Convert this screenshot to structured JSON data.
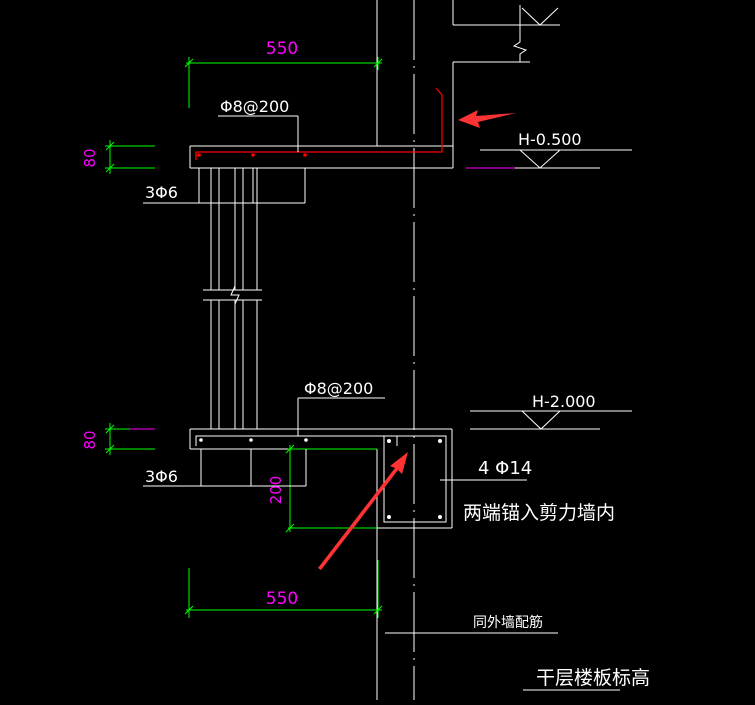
{
  "colors": {
    "background": "#000000",
    "line": "#ffffff",
    "dimension": "#00ff00",
    "dimension_text": "#ff00ff",
    "rebar": "#ff0000",
    "arrow": "#ff3333"
  },
  "dimensions": {
    "top_width": "550",
    "bottom_width": "550",
    "top_slab_thickness": "80",
    "bottom_slab_thickness": "80",
    "beam_depth": "200"
  },
  "labels": {
    "top_stirrup": "Φ8@200",
    "bottom_stirrup": "Φ8@200",
    "top_dist_bars": "3Φ6",
    "bottom_dist_bars": "3Φ6",
    "top_level": "H-0.500",
    "bottom_level": "H-2.000",
    "beam_bars": "4 Φ14",
    "anchor_note": "两端锚入剪力墙内",
    "wall_note": "同外墙配筋",
    "floor_note": "干层楼板标高"
  }
}
